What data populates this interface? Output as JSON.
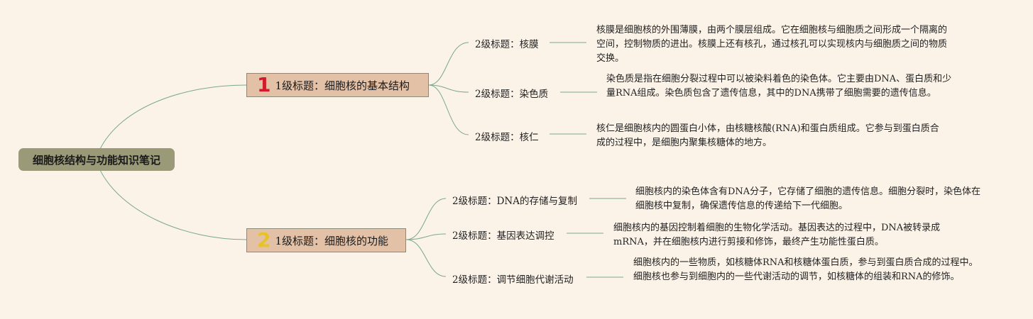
{
  "root": {
    "label": "细胞核结构与功能知识笔记"
  },
  "branches": [
    {
      "number": "1",
      "number_color": "#d11a2a",
      "label": "1级标题：细胞核的基本结构",
      "children": [
        {
          "label": "2级标题：核膜",
          "desc": "核膜是细胞核的外围薄膜，由两个膜层组成。它在细胞核与细胞质之间形成一个隔离的空间，控制物质的进出。核膜上还有核孔，通过核孔可以实现核内与细胞质之间的物质交换。"
        },
        {
          "label": "2级标题：染色质",
          "desc": "染色质是指在细胞分裂过程中可以被染料着色的染色体。它主要由DNA、蛋白质和少量RNA组成。染色质包含了遗传信息，其中的DNA携带了细胞需要的遗传信息。"
        },
        {
          "label": "2级标题：核仁",
          "desc": "核仁是细胞核内的圆蛋白小体，由核糖核酸(RNA)和蛋白质组成。它参与到蛋白质合成的过程中，是细胞内聚集核糖体的地方。"
        }
      ]
    },
    {
      "number": "2",
      "number_color": "#e8c325",
      "label": "1级标题：细胞核的功能",
      "children": [
        {
          "label": "2级标题：DNA的存储与复制",
          "desc": "细胞核内的染色体含有DNA分子，它存储了细胞的遗传信息。细胞分裂时，染色体在细胞核中复制，确保遗传信息的传递给下一代细胞。"
        },
        {
          "label": "2级标题：基因表达调控",
          "desc": "细胞核内的基因控制着细胞的生物化学活动。基因表达的过程中，DNA被转录成mRNA，并在细胞核内进行剪接和修饰，最终产生功能性蛋白质。"
        },
        {
          "label": "2级标题：调节细胞代谢活动",
          "desc": "细胞核内的一些物质，如核糖体RNA和核糖体蛋白质，参与到蛋白质合成的过程中。细胞核也参与到细胞内的一些代谢活动的调节，如核糖体的组装和RNA的修饰。"
        }
      ]
    }
  ]
}
